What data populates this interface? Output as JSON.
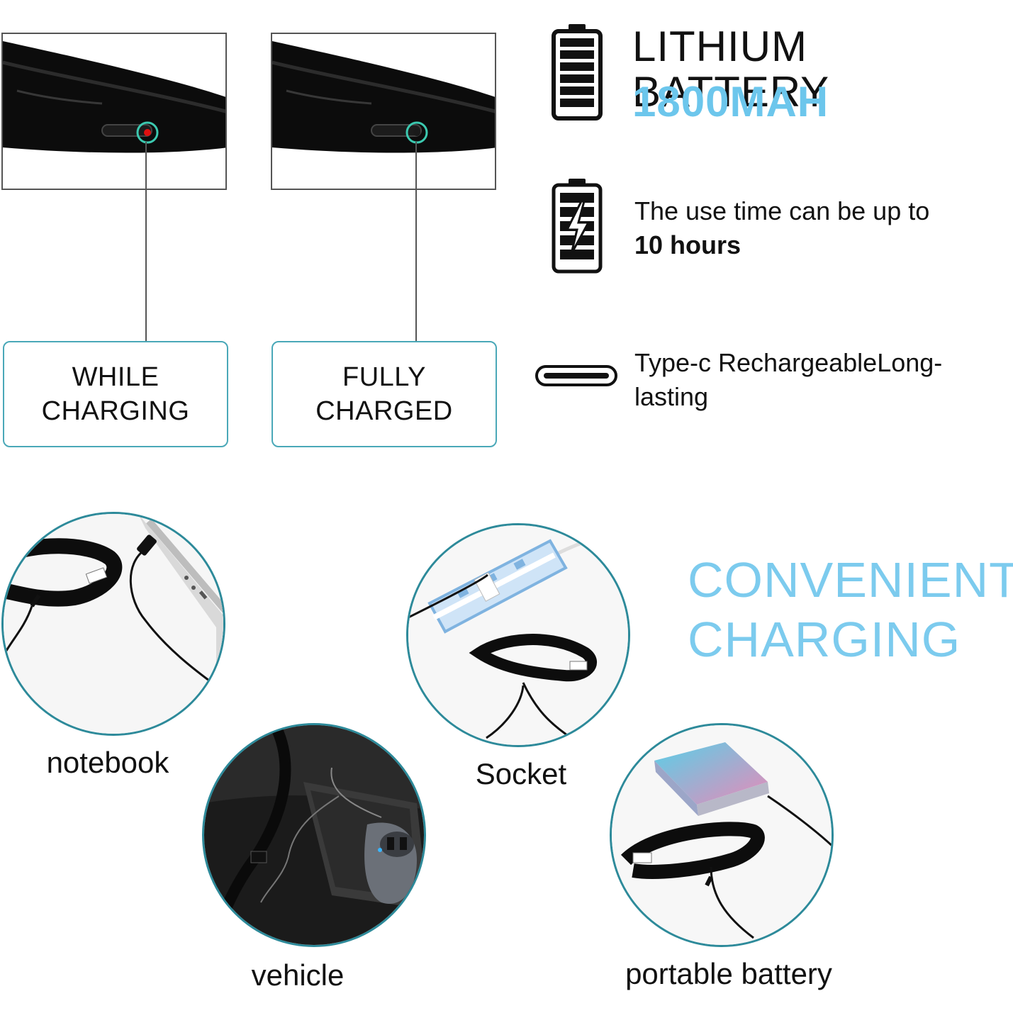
{
  "indicators": [
    {
      "label_line1": "WHILE",
      "label_line2": "CHARGING",
      "led_color": "#e01010"
    },
    {
      "label_line1": "FULLY",
      "label_line2": "CHARGED",
      "led_color": "#1a1a1a"
    }
  ],
  "specs": {
    "battery_title": "LITHIUM BATTERY",
    "battery_capacity": "1800MAH",
    "use_time_text": "The use time can be up to",
    "use_time_value": "10 hours",
    "typec_line1": "Type-c RechargeableLong-",
    "typec_line2": "lasting"
  },
  "charging": {
    "heading_line1": "CONVENIENT",
    "heading_line2": "CHARGING",
    "methods": [
      {
        "label": "notebook",
        "icon": "laptop-icon"
      },
      {
        "label": "vehicle",
        "icon": "car-charger-icon"
      },
      {
        "label": "Socket",
        "icon": "power-strip-icon"
      },
      {
        "label": "portable battery",
        "icon": "power-bank-icon"
      }
    ]
  },
  "colors": {
    "accent": "#6cc6ec",
    "frame_teal": "#2d8a9a",
    "box_teal": "#4aa8b8",
    "led_ring": "#3cc9b0"
  }
}
